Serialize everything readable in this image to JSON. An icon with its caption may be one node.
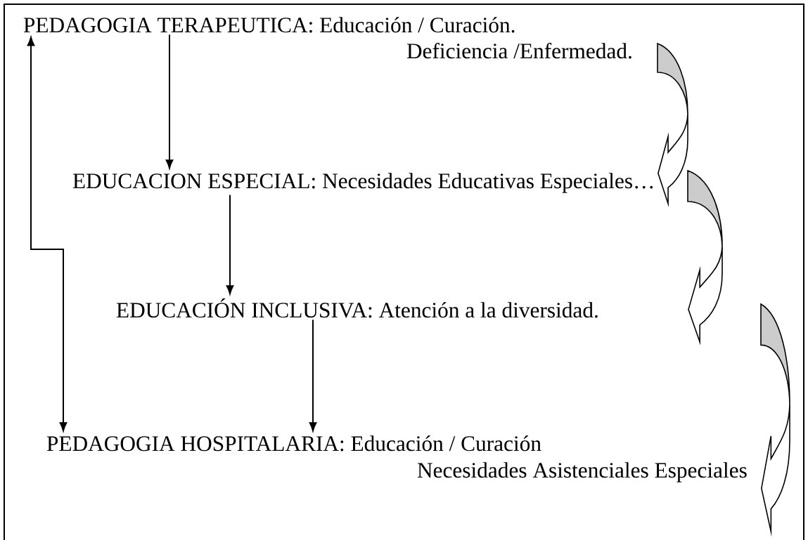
{
  "diagram": {
    "nodes": [
      {
        "text": [
          "PEDAGOGIA TERAPEUTICA: Educación / Curación.",
          "Deficiencia /Enfermedad."
        ]
      },
      {
        "text": [
          "EDUCACION ESPECIAL: Necesidades Educativas Especiales…"
        ]
      },
      {
        "text": [
          "EDUCACIÓN INCLUSIVA: Atención a la diversidad."
        ]
      },
      {
        "text": [
          "PEDAGOGIA HOSPITALARIA: Educación / Curación",
          "Necesidades Asistenciales Especiales"
        ]
      }
    ],
    "edges": [
      {
        "from": 0,
        "to": 1,
        "arrow": "to"
      },
      {
        "from": 1,
        "to": 2,
        "arrow": "to"
      },
      {
        "from": 2,
        "to": 3,
        "arrow": "to"
      },
      {
        "from": 0,
        "to": 3,
        "arrow": "both"
      }
    ]
  }
}
